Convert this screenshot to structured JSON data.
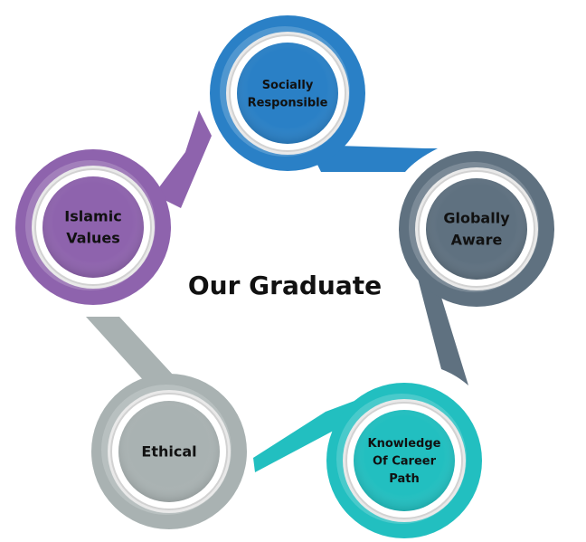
{
  "title": "Our Graduate",
  "nodes": [
    {
      "id": "socially-responsible",
      "lines": [
        "Socially",
        "Responsible"
      ],
      "color": "#2a80c6",
      "dark": "#1f6fb2",
      "inner": "#2a80c6"
    },
    {
      "id": "globally-aware",
      "lines": [
        "Globally",
        "Aware"
      ],
      "color": "#5f7180",
      "dark": "#51626f",
      "inner": "#5f7180"
    },
    {
      "id": "knowledge-of-career-path",
      "lines": [
        "Knowledge",
        "Of Career",
        "Path"
      ],
      "color": "#22bfc0",
      "dark": "#1aa8a9",
      "inner": "#22bfc0"
    },
    {
      "id": "ethical",
      "lines": [
        "Ethical"
      ],
      "color": "#a9b2b2",
      "dark": "#98a2a2",
      "inner": "#a9b2b2"
    },
    {
      "id": "islamic-values",
      "lines": [
        "Islamic",
        "Values"
      ],
      "color": "#8e63ad",
      "dark": "#7c549b",
      "inner": "#8e63ad"
    }
  ]
}
